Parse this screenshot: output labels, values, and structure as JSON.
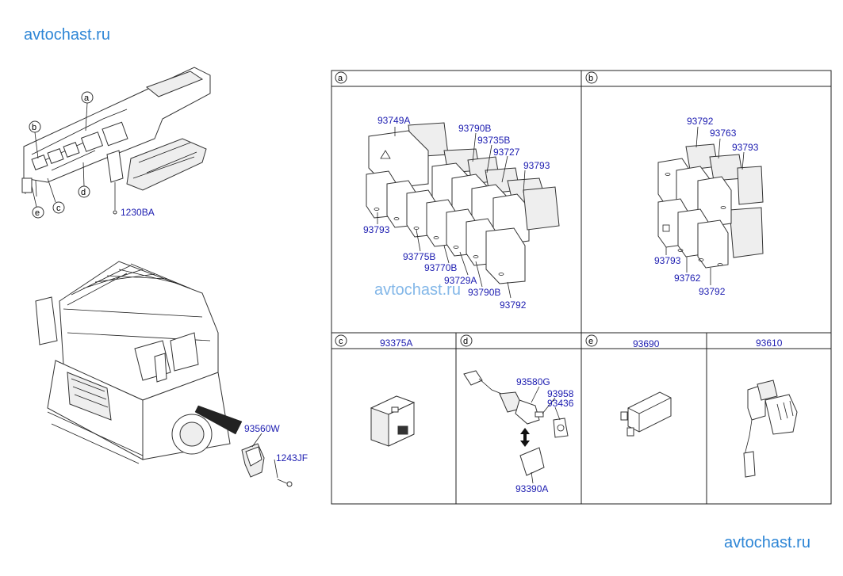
{
  "watermark": {
    "top_left": "avtochast.ru",
    "center": "avtochast.ru",
    "bottom_right": "avtochast.ru"
  },
  "overview": {
    "callouts": [
      "a",
      "b",
      "c",
      "d",
      "e"
    ],
    "parts": {
      "bolt": "1230BA",
      "lamp": "93560W",
      "screw": "1243JF"
    }
  },
  "panels": {
    "a": {
      "label": "a",
      "parts": [
        "93749A",
        "93790B",
        "93735B",
        "93727",
        "93793",
        "93793",
        "93775B",
        "93770B",
        "93729A",
        "93790B",
        "93792"
      ]
    },
    "b": {
      "label": "b",
      "parts": [
        "93792",
        "93763",
        "93793",
        "93793",
        "93762",
        "93792"
      ]
    },
    "c": {
      "label": "c",
      "parts": [
        "93375A"
      ]
    },
    "d": {
      "label": "d",
      "parts": [
        "93580G",
        "93958",
        "93436",
        "93390A"
      ]
    },
    "e": {
      "label": "e",
      "parts": [
        "93690"
      ]
    },
    "f": {
      "parts": [
        "93610"
      ]
    }
  }
}
